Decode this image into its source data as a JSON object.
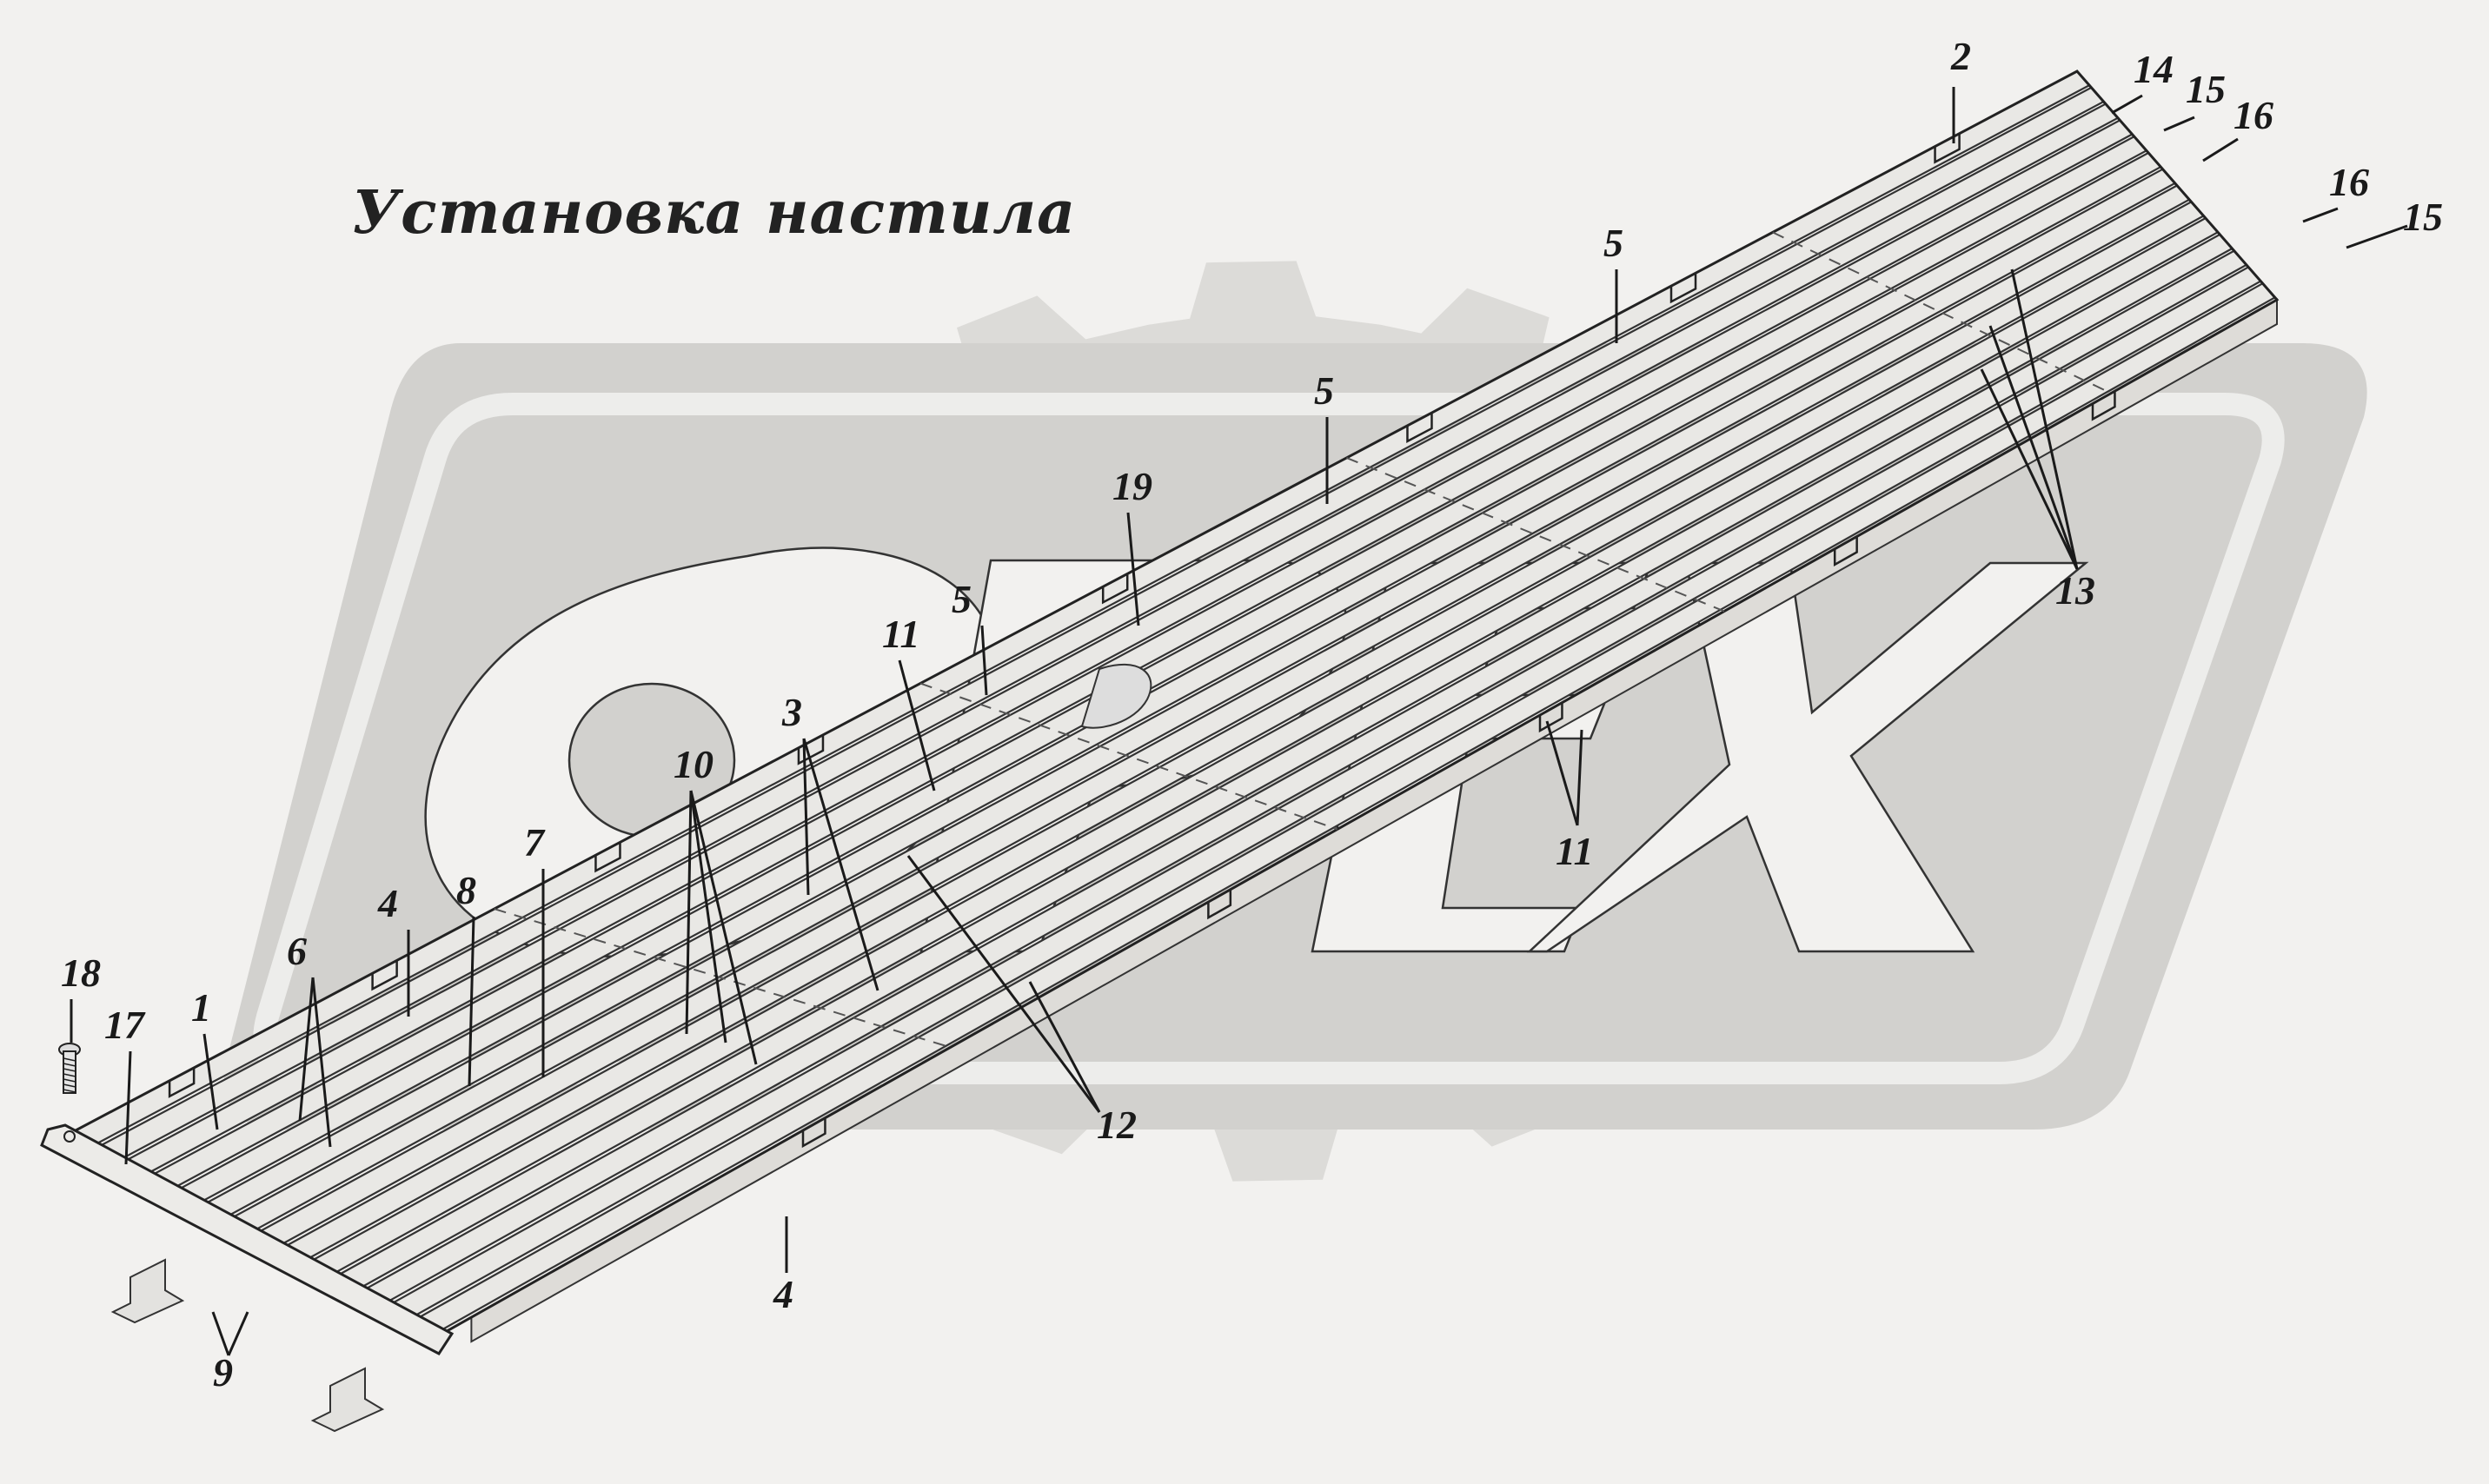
{
  "title": "Установка настила",
  "watermark": {
    "text": "ОРЕХ",
    "gear_color": "#dcdbd8",
    "panel_color": "#d2d1ce",
    "panel_border_color": "#ededeb"
  },
  "colors": {
    "background": "#f2f1ef",
    "line": "#333333",
    "plank_fill": "#e9e8e5"
  },
  "callouts": [
    "1",
    "2",
    "3",
    "4",
    "4",
    "5",
    "5",
    "5",
    "6",
    "7",
    "8",
    "9",
    "10",
    "11",
    "11",
    "12",
    "13",
    "14",
    "15",
    "15",
    "16",
    "16",
    "17",
    "18",
    "19"
  ]
}
